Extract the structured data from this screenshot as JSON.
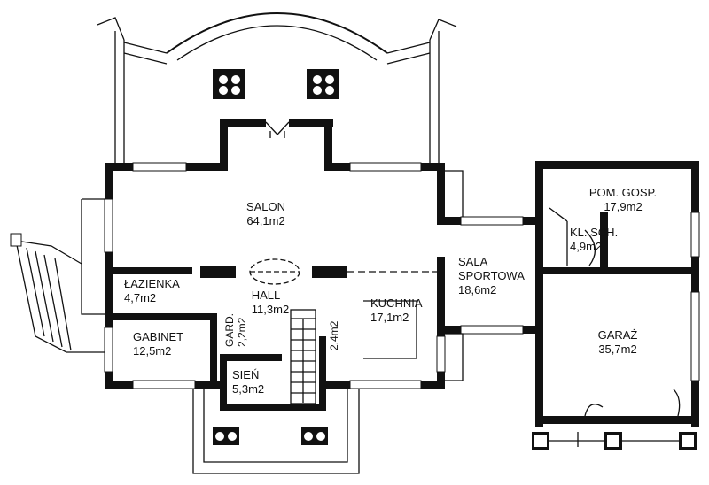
{
  "rooms": {
    "salon": {
      "name": "SALON",
      "area": "64,1m2"
    },
    "lazienka": {
      "name": "ŁAZIENKA",
      "area": "4,7m2"
    },
    "hall": {
      "name": "HALL",
      "area": "11,3m2"
    },
    "kuchnia": {
      "name": "KUCHNIA",
      "area": "17,1m2"
    },
    "sala": {
      "name1": "SALA",
      "name2": "SPORTOWA",
      "area": "18,6m2"
    },
    "gabinet": {
      "name": "GABINET",
      "area": "12,5m2"
    },
    "gard": {
      "name": "GARD.",
      "area": "2,2m2"
    },
    "small": {
      "area": "2,4m2"
    },
    "sien": {
      "name": "SIEŃ",
      "area": "5,3m2"
    },
    "pom": {
      "name": "POM. GOSP.",
      "area": "17,9m2"
    },
    "kl": {
      "name": "KL. SCH.",
      "area": "4,9m2"
    },
    "garaz": {
      "name": "GARAŻ",
      "area": "35,7m2"
    }
  },
  "colors": {
    "ink": "#111111",
    "paper": "#ffffff"
  }
}
